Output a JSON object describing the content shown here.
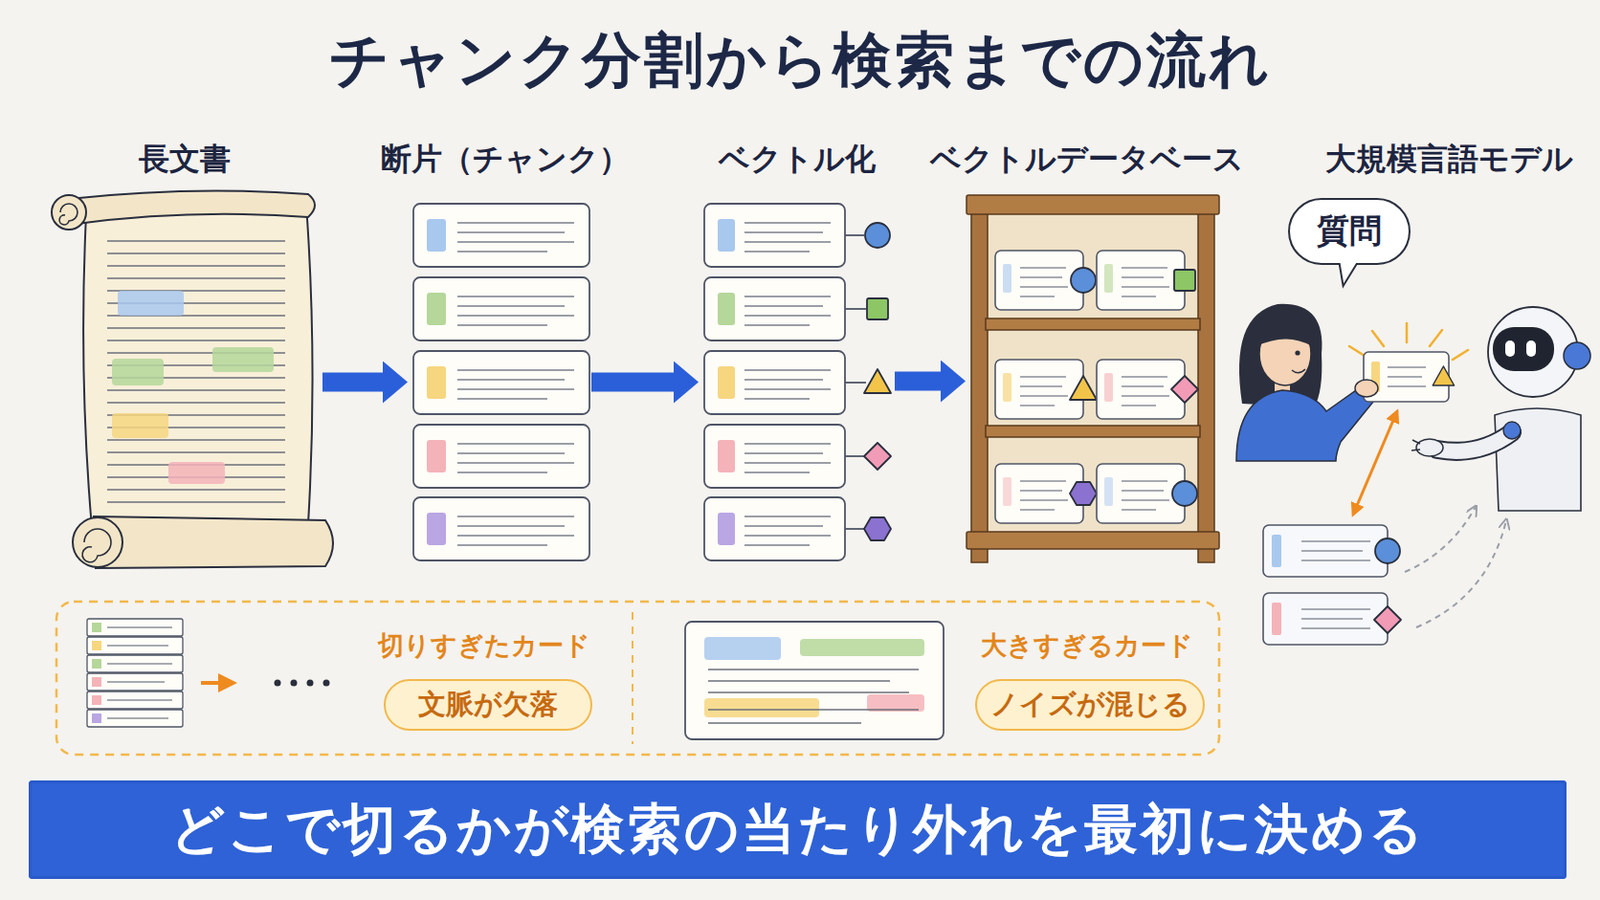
{
  "diagram": {
    "title": "チャンク分割から検索までの流れ",
    "nodes": [
      {
        "text": [
          "長文書"
        ]
      },
      {
        "text": [
          "断片（チャンク）"
        ]
      },
      {
        "text": [
          "ベクトル化"
        ]
      },
      {
        "text": [
          "ベクトルデータベース"
        ]
      },
      {
        "text": [
          "大規模言語モデル"
        ]
      },
      {
        "text": [
          "質問"
        ],
        "in": 4
      },
      {
        "text": [
          "切りすぎたカード",
          "文脈が欠落"
        ]
      },
      {
        "text": [
          "大きすぎるカード",
          "ノイズが混じる"
        ]
      },
      {
        "text": [
          "どこで切るかが検索の当たり外れを最初に決める"
        ]
      }
    ],
    "edges": [
      {
        "from": 0,
        "to": 1,
        "arrow": "to"
      },
      {
        "from": 1,
        "to": 2,
        "arrow": "to"
      },
      {
        "from": 2,
        "to": 3,
        "arrow": "to"
      }
    ]
  }
}
